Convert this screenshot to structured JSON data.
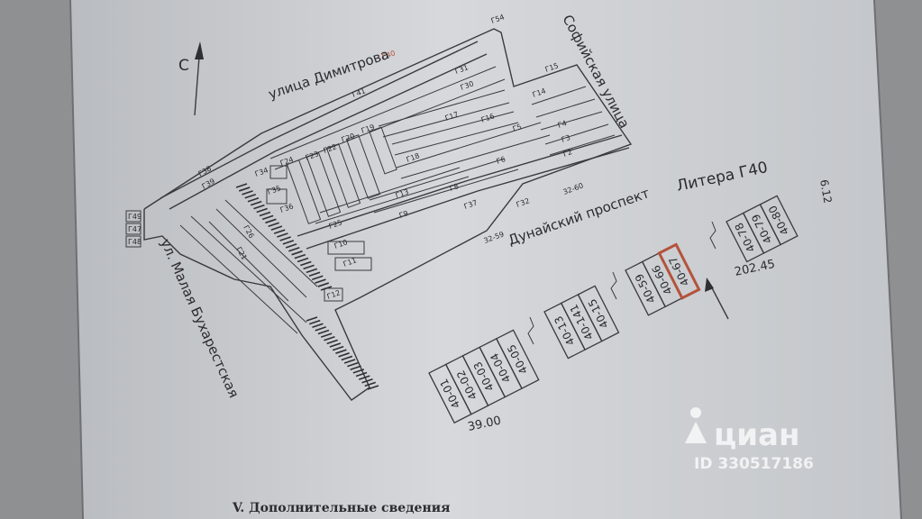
{
  "north_label": "С",
  "streets": {
    "dimitrova": "улица Димитрова",
    "sofiyskaya": "Софийская улица",
    "dunayskiy": "Дунайский проспект",
    "malaya_bukharestskaya": "ул. Малая Бухарестская"
  },
  "site_labels": {
    "g40": "Г40",
    "g54": "Г54",
    "g41": "Г41",
    "g31": "Г31",
    "g30": "Г30",
    "g17": "Г17",
    "g16": "Г16",
    "g15": "Г15",
    "g14": "Г14",
    "g5": "Г5",
    "g4": "Г4",
    "g3": "Г3",
    "g2": "Г2",
    "g6": "Г6",
    "g8": "Г8",
    "g13": "Г13",
    "g18": "Г18",
    "g9": "Г9",
    "g37": "Г37",
    "g32": "Г32",
    "g25": "Г25",
    "g10": "Г10",
    "g11": "Г11",
    "g12": "Г12",
    "g21": "Г21",
    "g23": "Г23",
    "g22": "Г22",
    "g20": "Г20",
    "g19": "Г19",
    "g24": "Г24",
    "g26": "Г26",
    "g35": "Г35",
    "g34": "Г34",
    "g36": "Г36",
    "g39": "Г39",
    "g38": "Г38",
    "g49": "Г49",
    "g47": "Г47",
    "g48": "Г48",
    "r3259": "32-59",
    "r3260": "32-60"
  },
  "litera_title": "Литера Г40",
  "units_lower": [
    "40-01",
    "40-02",
    "40-03",
    "40-04",
    "40-05"
  ],
  "units_middle": [
    "40-13",
    "40-141",
    "40-15"
  ],
  "units_upper": [
    "40-59",
    "40-66",
    "40-67"
  ],
  "units_far": [
    "40-78",
    "40-79",
    "40-80"
  ],
  "highlighted_unit": "40-67",
  "dimensions": {
    "length_total": "202.45",
    "start": "39.00",
    "width": "6.12"
  },
  "section_heading": "V. Дополнительные сведения",
  "watermark": {
    "brand": "циан",
    "id": "ID 330517186"
  },
  "colors": {
    "highlight": "#b5523b",
    "ink": "#2b2b2e"
  }
}
